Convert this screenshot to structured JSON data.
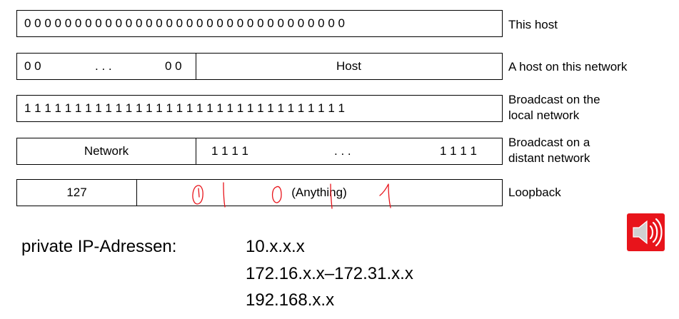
{
  "rows": [
    {
      "bits": "0 0 0 0 0 0 0 0 0 0 0 0 0 0 0 0 0 0 0 0 0 0 0 0 0 0 0 0 0 0 0 0",
      "label": "This host"
    },
    {
      "left_bits": "0 0",
      "dots": ". . .",
      "right_bits": "0 0",
      "field": "Host",
      "label": "A host on this network"
    },
    {
      "bits": "1 1 1 1 1 1 1 1 1 1 1 1 1 1 1 1 1 1 1 1 1 1 1 1 1 1 1 1 1 1 1 1",
      "label_line1": "Broadcast on the",
      "label_line2": "local network"
    },
    {
      "field": "Network",
      "left_bits": "1 1 1 1",
      "dots": ". . .",
      "right_bits": "1 1 1 1",
      "label_line1": "Broadcast on a",
      "label_line2": "distant network"
    },
    {
      "field1": "127",
      "field2": "(Anything)",
      "label": "Loopback"
    }
  ],
  "annotation": "0 | 0 | 1",
  "private": {
    "label": "private IP-Adressen:",
    "ranges": [
      "10.x.x.x",
      "172.16.x.x–172.31.x.x",
      "192.168.x.x"
    ]
  },
  "icons": {
    "audio": "speaker-icon"
  },
  "colors": {
    "ink": "#e8141b",
    "speaker_bg": "#e8141b"
  }
}
